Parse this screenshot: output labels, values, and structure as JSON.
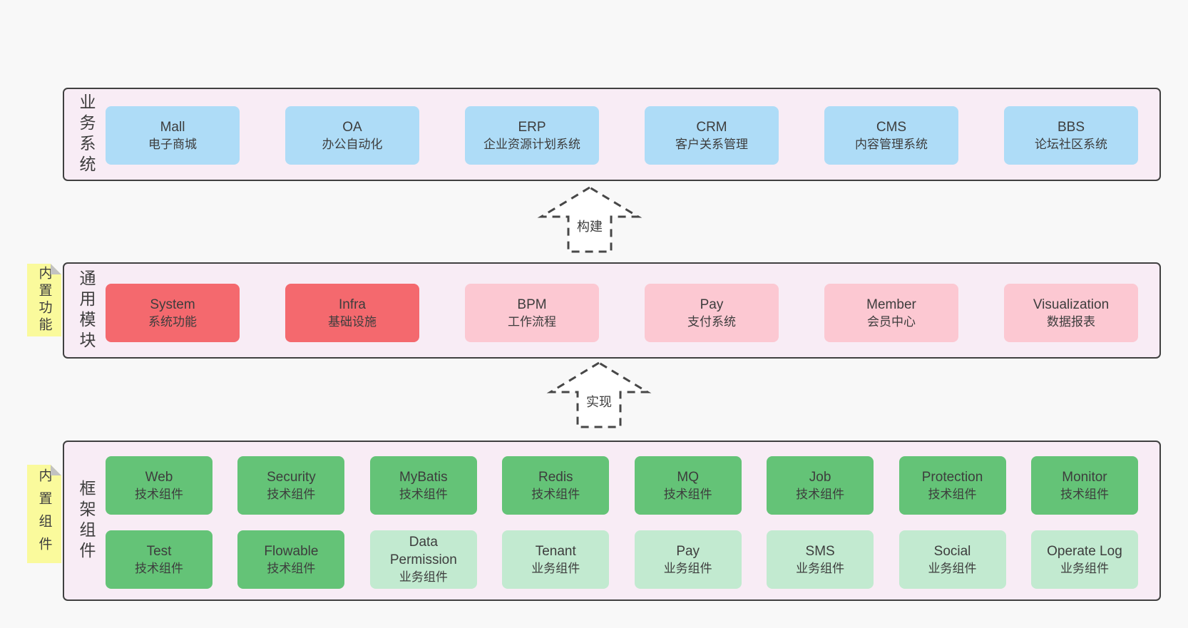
{
  "bands": [
    {
      "label": "业务系统",
      "rows": [
        [
          {
            "name": "Mall",
            "desc": "电子商城"
          },
          {
            "name": "OA",
            "desc": "办公自动化"
          },
          {
            "name": "ERP",
            "desc": "企业资源计划系统"
          },
          {
            "name": "CRM",
            "desc": "客户关系管理"
          },
          {
            "name": "CMS",
            "desc": "内容管理系统"
          },
          {
            "name": "BBS",
            "desc": "论坛社区系统"
          }
        ]
      ]
    },
    {
      "label": "通用模块",
      "sticky": "内置功能",
      "rows": [
        [
          {
            "name": "System",
            "desc": "系统功能"
          },
          {
            "name": "Infra",
            "desc": "基础设施"
          },
          {
            "name": "BPM",
            "desc": "工作流程"
          },
          {
            "name": "Pay",
            "desc": "支付系统"
          },
          {
            "name": "Member",
            "desc": "会员中心"
          },
          {
            "name": "Visualization",
            "desc": "数据报表"
          }
        ]
      ]
    },
    {
      "label": "框架组件",
      "sticky": "内置组件",
      "rows": [
        [
          {
            "name": "Web",
            "desc": "技术组件"
          },
          {
            "name": "Security",
            "desc": "技术组件"
          },
          {
            "name": "MyBatis",
            "desc": "技术组件"
          },
          {
            "name": "Redis",
            "desc": "技术组件"
          },
          {
            "name": "MQ",
            "desc": "技术组件"
          },
          {
            "name": "Job",
            "desc": "技术组件"
          },
          {
            "name": "Protection",
            "desc": "技术组件"
          },
          {
            "name": "Monitor",
            "desc": "技术组件"
          }
        ],
        [
          {
            "name": "Test",
            "desc": "技术组件"
          },
          {
            "name": "Flowable",
            "desc": "技术组件"
          },
          {
            "name": "Data Permission",
            "desc": "业务组件"
          },
          {
            "name": "Tenant",
            "desc": "业务组件"
          },
          {
            "name": "Pay",
            "desc": "业务组件"
          },
          {
            "name": "SMS",
            "desc": "业务组件"
          },
          {
            "name": "Social",
            "desc": "业务组件"
          },
          {
            "name": "Operate Log",
            "desc": "业务组件"
          }
        ]
      ]
    }
  ],
  "arrows": [
    {
      "label": "构建"
    },
    {
      "label": "实现"
    }
  ],
  "colors": {
    "page_bg": "#f8f8f8",
    "band_bg": "#f8ecf5",
    "band_border": "#404040",
    "business_system_box": "#aedcf7",
    "core_module_box": "#f4696e",
    "optional_module_box": "#fcc8d2",
    "tech_component_box": "#64c377",
    "biz_component_box": "#c2ead0",
    "sticky_bg": "#fafa9c",
    "sticky_fold": "#c2c2c2",
    "text": "#3d3d3d"
  }
}
